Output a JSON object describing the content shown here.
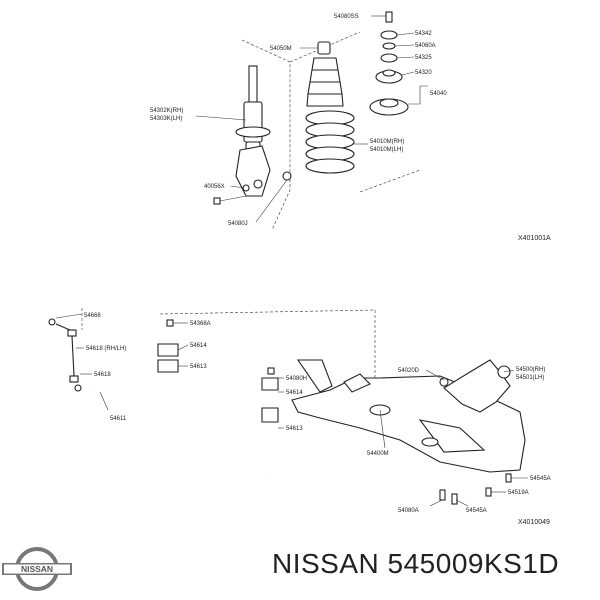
{
  "figure_top": {
    "ref_code": "X401001A",
    "labels": {
      "p1": "54080SS",
      "p2": "54342",
      "p3": "54050M",
      "p4": "54060A",
      "p5": "54325",
      "p6": "54320",
      "p7": "54040",
      "p8": "54302K(RH)",
      "p9": "54303K(LH)",
      "p10": "54010M(RH)",
      "p11": "54010M(LH)",
      "p12": "40056X",
      "p13": "54080J"
    }
  },
  "figure_bottom": {
    "ref_code": "X4010049",
    "labels": {
      "b1": "54668",
      "b2": "54618 (RH/LH)",
      "b3": "54618",
      "b4": "54611",
      "b5": "54368A",
      "b6": "54614",
      "b7": "54613",
      "b8": "54080H",
      "b9": "54614",
      "b10": "54613",
      "b11": "54400M",
      "b12": "54020D",
      "b13": "54500(RH)",
      "b14": "54501(LH)",
      "b15": "54545A",
      "b16": "54519A",
      "b17": "54080A",
      "b18": "54545A"
    }
  },
  "brand": {
    "logo_text": "NISSAN",
    "part_number": "NISSAN 545009KS1D"
  }
}
